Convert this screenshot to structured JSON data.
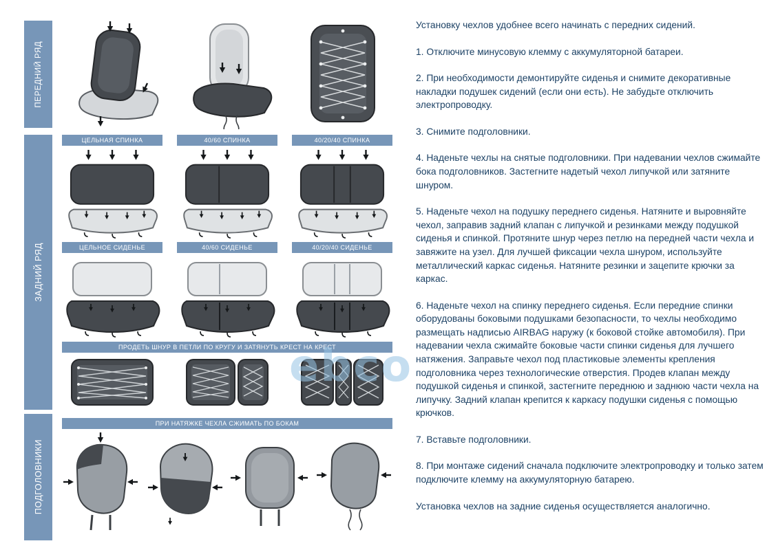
{
  "watermark": "ebco",
  "sections": {
    "front_row": {
      "label": "ПЕРЕДНИЙ РЯД"
    },
    "rear_row": {
      "label": "ЗАДНИЙ РЯД",
      "backrest_headers": [
        "ЦЕЛЬНАЯ СПИНКА",
        "40/60 СПИНКА",
        "40/20/40 СПИНКА"
      ],
      "cushion_headers": [
        "ЦЕЛЬНОЕ СИДЕНЬЕ",
        "40/60 СИДЕНЬЕ",
        "40/20/40 СИДЕНЬЕ"
      ],
      "lacing_header": "ПРОДЕТЬ ШНУР В ПЕТЛИ ПО КРУГУ И ЗАТЯНУТЬ КРЕСТ НА КРЕСТ"
    },
    "headrests": {
      "label": "ПОДГОЛОВНИКИ",
      "header": "ПРИ НАТЯЖКЕ ЧЕХЛА СЖИМАТЬ ПО БОКАМ"
    }
  },
  "instructions": {
    "intro": "Установку чехлов удобнее всего начинать с передних сидений.",
    "steps": [
      "1. Отключите минусовую клемму с аккумуляторной батареи.",
      "2. При необходимости демонтируйте сиденья и снимите декоративные накладки подушек сидений (если они есть). Не забудьте отключить электропроводку.",
      "3. Снимите подголовники.",
      "4. Наденьте чехлы на снятые подголовники. При надевании чехлов сжимайте бока подголовников. Застегните надетый чехол липучкой или затяните шнуром.",
      "5. Наденьте чехол на подушку переднего сиденья. Натяните и выровняйте чехол, заправив задний клапан с липучкой и резинками между подушкой сиденья и спинкой. Протяните шнур через петлю на передней части чехла и завяжите на узел. Для лучшей фиксации чехла шнуром, используйте металлический каркас сиденья. Натяните резинки и зацепите крючки за каркас.",
      "6. Наденьте чехол на спинку переднего сиденья. Если передние спинки оборудованы боковыми подушками безопасности, то чехлы необходимо размещать надписью AIRBAG наружу (к боковой стойке автомобиля). При надевании чехла сжимайте боковые части спинки сиденья для лучшего натяжения. Заправьте чехол под пластиковые элементы крепления подголовника через технологические отверстия. Продев клапан между подушкой сиденья и спинкой, застегните переднюю и заднюю части чехла на липучку. Задний клапан крепится к каркасу подушки сиденья с помощью крючков.",
      "7. Вставьте подголовники.",
      "8. При монтаже сидений сначала подключите электропроводку и только затем подключите клемму на аккумуляторную батарею."
    ],
    "outro": "Установка чехлов на задние сиденья осуществляется аналогично."
  },
  "colors": {
    "accent_blue": "#7796b8",
    "text_blue": "#1d4265",
    "seat_dark": "#45494e",
    "seat_light": "#dcdfe2",
    "watermark_blue": "#96c3e4"
  }
}
